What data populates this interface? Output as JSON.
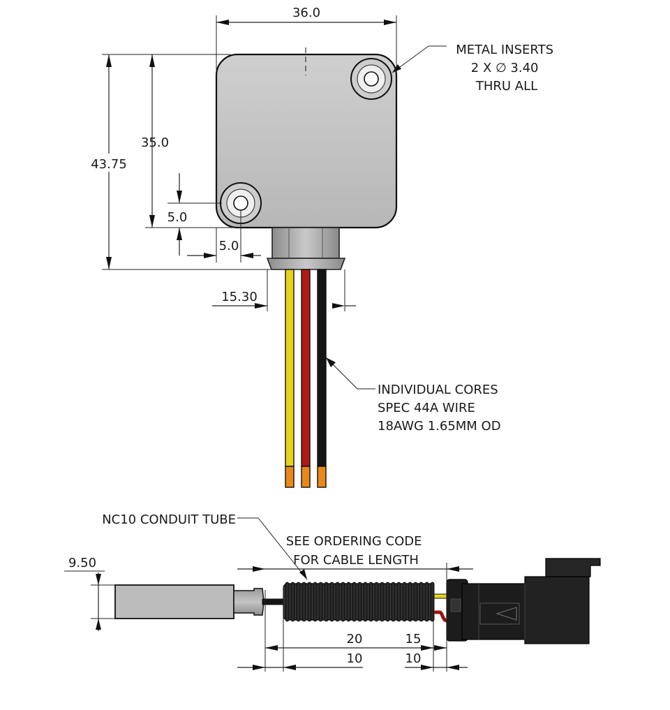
{
  "top_view": {
    "dims": {
      "width": "36.0",
      "height_total": "43.75",
      "height_body": "35.0",
      "hole_offset_y": "5.0",
      "hole_offset_x": "5.0",
      "wire_span": "15.30"
    },
    "callout_inserts": [
      "METAL INSERTS",
      "2 X ∅ 3.40",
      "THRU ALL"
    ],
    "callout_cores": [
      "INDIVIDUAL CORES",
      "SPEC 44A WIRE",
      "18AWG 1.65MM OD"
    ]
  },
  "side_view": {
    "conduit_label": "NC10 CONDUIT TUBE",
    "ordering_note": [
      "SEE ORDERING CODE",
      "FOR CABLE LENGTH"
    ],
    "dims": {
      "thickness": "9.50",
      "len_20": "20",
      "len_15": "15",
      "len_10_left": "10",
      "len_10_right": "10"
    }
  },
  "colors": {
    "body": "#c2c2c2",
    "wire_yellow": "#e6d21c",
    "wire_red": "#b01a14",
    "wire_black": "#151515",
    "wire_tip": "#e8891c",
    "connector": "#1c1c1c"
  }
}
